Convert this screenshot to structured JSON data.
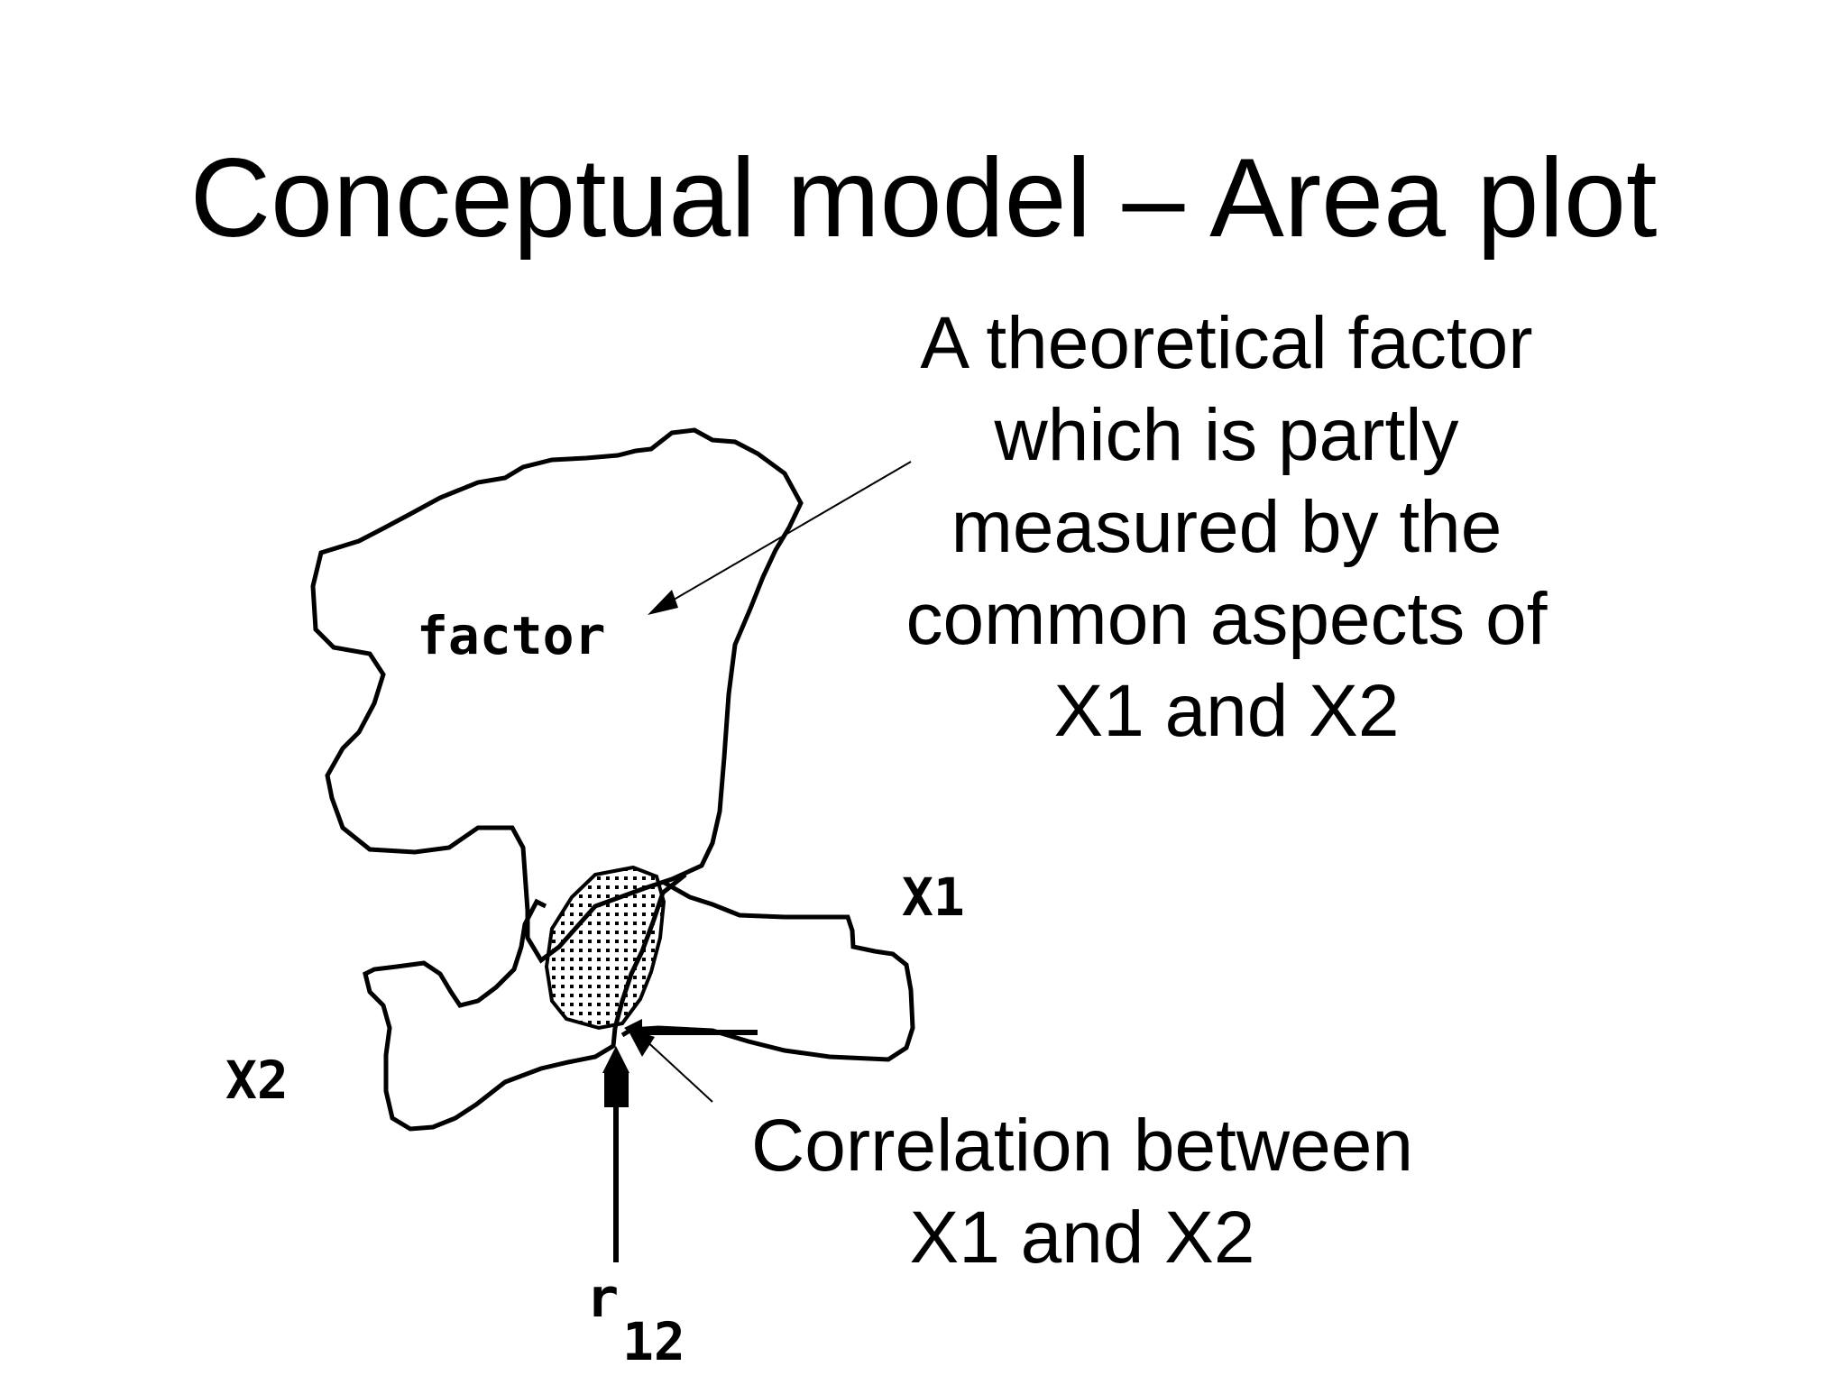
{
  "slide": {
    "title": "Conceptual model – Area plot"
  },
  "callouts": {
    "factor_lines": [
      "A theoretical factor",
      "which is partly",
      "measured by the",
      "common aspects of",
      "X1 and X2"
    ],
    "correlation_lines": [
      "Correlation between",
      "X1 and X2"
    ]
  },
  "diagram": {
    "factor_label": "factor",
    "x1_label": "X1",
    "x2_label": "X2",
    "r_label": "r",
    "r_subscript": "12"
  }
}
